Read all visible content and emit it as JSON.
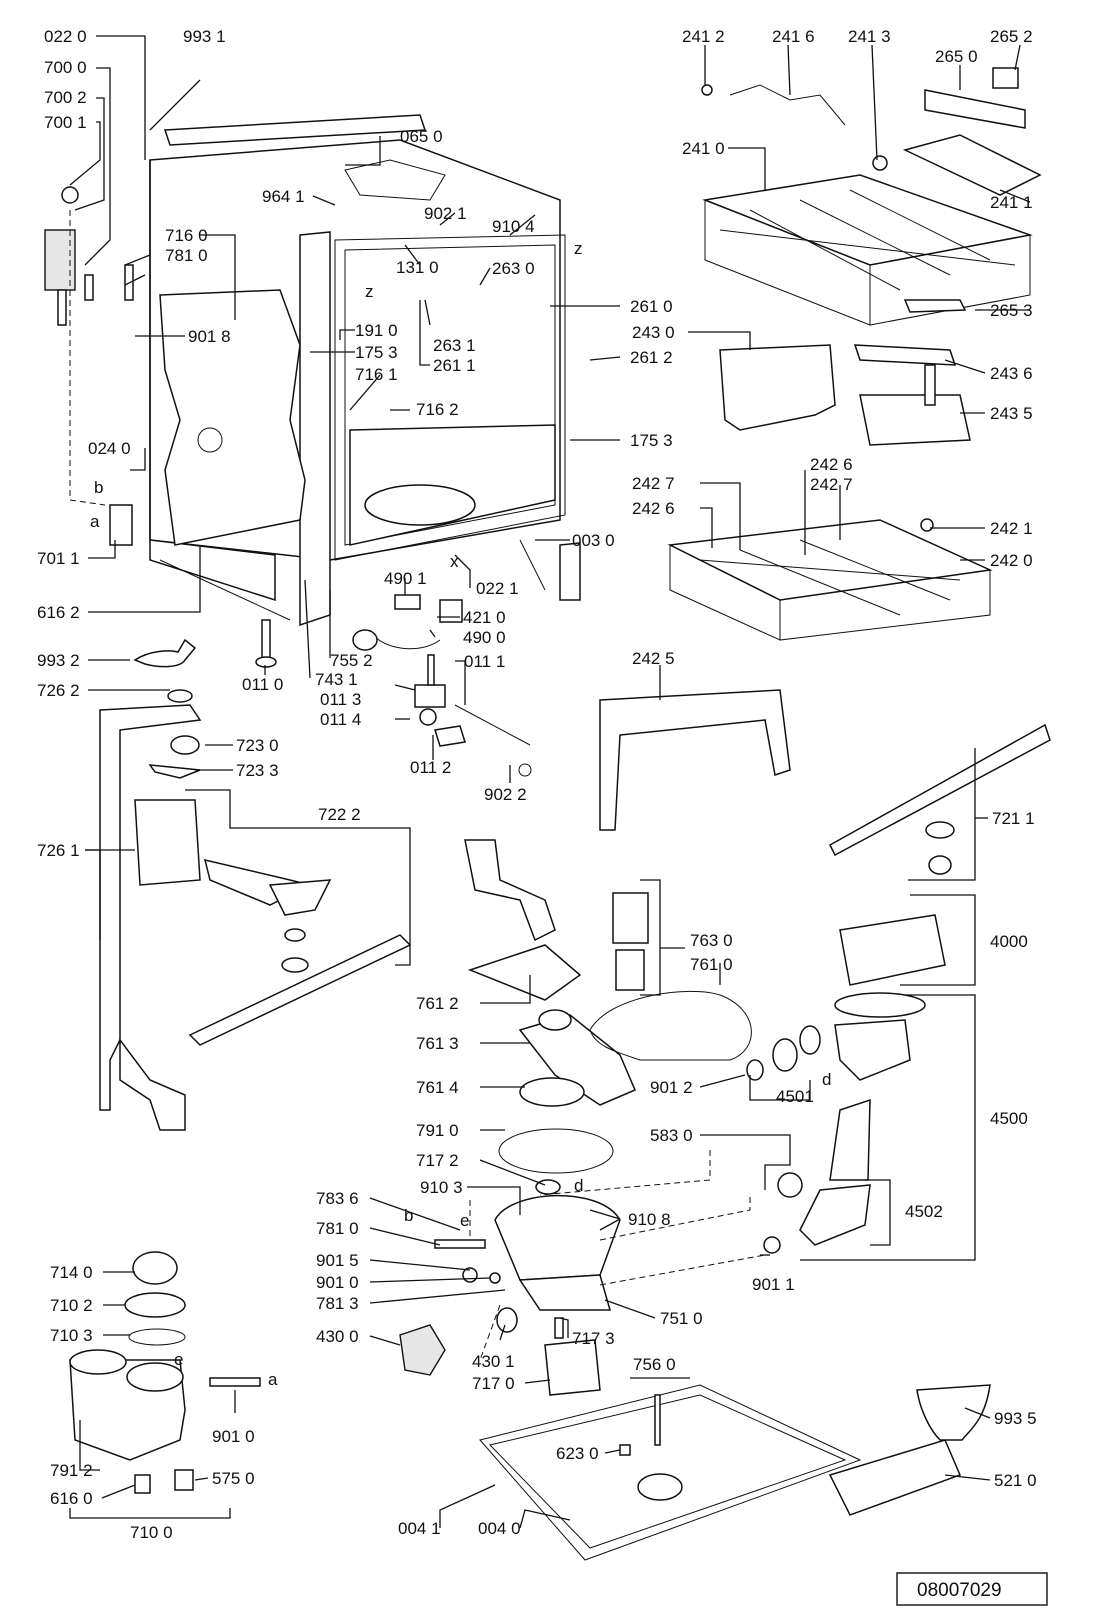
{
  "diagram": {
    "document_number": "08007029",
    "part_labels": [
      "022 0",
      "993 1",
      "700 0",
      "700 2",
      "700 1",
      "065 0",
      "964 1",
      "902 1",
      "910 4",
      "131 0",
      "263 0",
      "716 0",
      "781 0",
      "901 8",
      "191 0",
      "175 3",
      "263 1",
      "261 1",
      "261 0",
      "716 1",
      "716 2",
      "261 2",
      "175 3",
      "024 0",
      "003 0",
      "701 1",
      "616 2",
      "022 1",
      "490 1",
      "421 0",
      "490 0",
      "011 0",
      "755 2",
      "743 1",
      "011 3",
      "011 1",
      "011 4",
      "993 2",
      "011 2",
      "902 2",
      "726 2",
      "723 0",
      "723 3",
      "722 2",
      "726 1",
      "241 2",
      "241 6",
      "241 3",
      "265 0",
      "265 2",
      "241 0",
      "241 1",
      "265 3",
      "243 0",
      "243 6",
      "243 5",
      "242 6",
      "242 7",
      "242 7",
      "242 6",
      "242 1",
      "242 0",
      "242 5",
      "721 1",
      "763 0",
      "761 0",
      "4000",
      "761 2",
      "761 3",
      "761 4",
      "901 2",
      "4501",
      "4500",
      "791 0",
      "583 0",
      "717 2",
      "910 3",
      "910 8",
      "4502",
      "783 6",
      "781 0",
      "901 5",
      "901 0",
      "781 3",
      "751 0",
      "901 1",
      "714 0",
      "710 2",
      "710 3",
      "430 0",
      "430 1",
      "717 3",
      "756 0",
      "717 0",
      "901 0",
      "993 5",
      "623 0",
      "791 2",
      "616 0",
      "575 0",
      "521 0",
      "710 0",
      "004 1",
      "004 0"
    ],
    "letter_marks": [
      "b",
      "a",
      "z",
      "z",
      "x",
      "d",
      "e",
      "b",
      "e",
      "d",
      "a"
    ]
  }
}
